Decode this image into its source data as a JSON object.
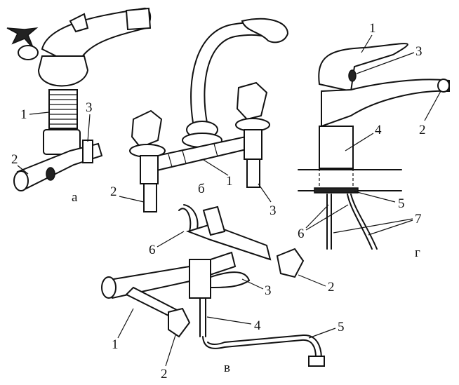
{
  "figure_a": {
    "caption": "а",
    "labels": [
      "1",
      "3",
      "2"
    ]
  },
  "figure_b": {
    "caption": "б",
    "labels": [
      "2",
      "1",
      "3"
    ]
  },
  "figure_g": {
    "caption": "г",
    "labels": [
      "1",
      "3",
      "2",
      "4",
      "5",
      "6",
      "7"
    ]
  },
  "figure_v": {
    "caption": "в",
    "labels": [
      "6",
      "3",
      "2",
      "4",
      "1",
      "2",
      "5"
    ]
  }
}
